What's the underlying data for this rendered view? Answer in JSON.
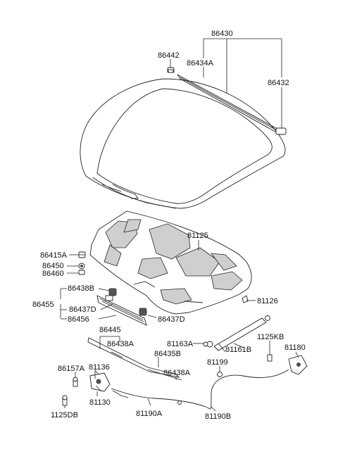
{
  "labels": {
    "p86430": "86430",
    "p86442": "86442",
    "p86434A": "86434A",
    "p86432": "86432",
    "p81125": "81125",
    "p86415A": "86415A",
    "p86450": "86450",
    "p86460": "86460",
    "p86438B": "86438B",
    "p86455": "86455",
    "p86437D_a": "86437D",
    "p86456": "86456",
    "p86437D_b": "86437D",
    "p81126": "81126",
    "p86445": "86445",
    "p86438A_a": "86438A",
    "p81163A": "81163A",
    "p81161B": "81161B",
    "p1125KB": "1125KB",
    "p81180": "81180",
    "p86435B": "86435B",
    "p86438A_b": "86438A",
    "p81199": "81199",
    "p86157A": "86157A",
    "p81136": "81136",
    "p81130": "81130",
    "p1125DB": "1125DB",
    "p81190A": "81190A",
    "p81190B": "81190B"
  }
}
